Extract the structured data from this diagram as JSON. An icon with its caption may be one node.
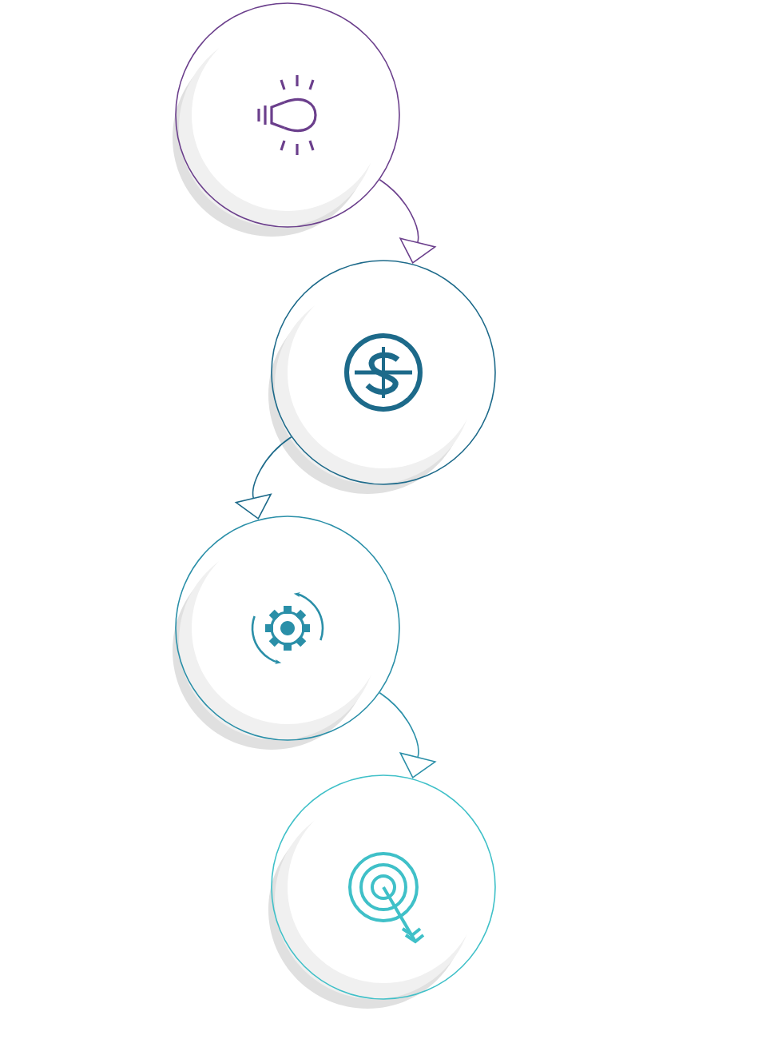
{
  "diagram": {
    "nodes": [
      {
        "text": [],
        "shape": "circle"
      },
      {
        "text": [],
        "shape": "circle"
      },
      {
        "text": [],
        "shape": "circle"
      },
      {
        "text": [],
        "shape": "circle"
      }
    ],
    "edges": [
      {
        "from": 0,
        "to": 1,
        "arrow": "to",
        "color": "#6b3f8c"
      },
      {
        "from": 1,
        "to": 2,
        "arrow": "to",
        "color": "#1d6a8a"
      },
      {
        "from": 2,
        "to": 3,
        "arrow": "to",
        "color": "#2a8fa8"
      }
    ]
  }
}
